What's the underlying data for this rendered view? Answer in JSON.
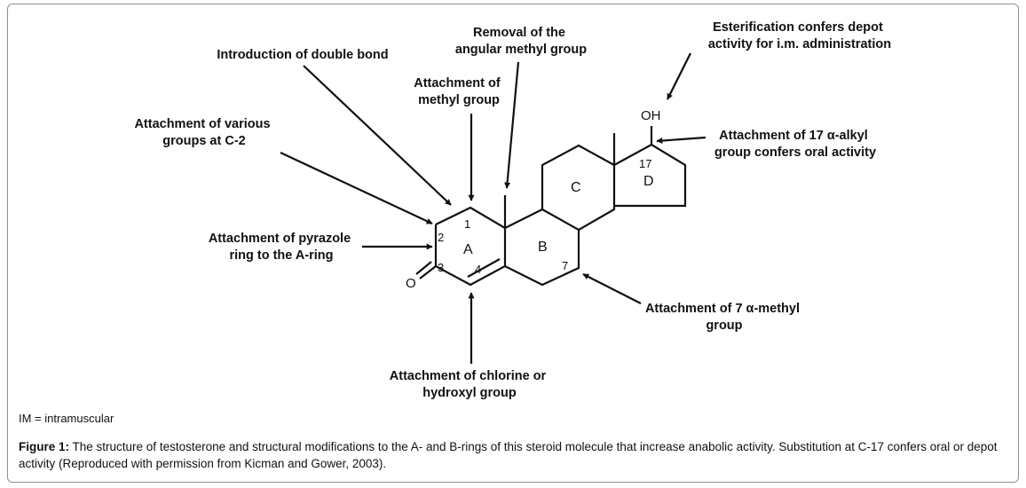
{
  "molecule": {
    "oxygen": "O",
    "hydroxyl": "OH",
    "rings": {
      "A": "A",
      "B": "B",
      "C": "C",
      "D": "D"
    },
    "positions": {
      "p1": "1",
      "p2": "2",
      "p3": "3",
      "p4": "4",
      "p7": "7",
      "p17": "17"
    }
  },
  "annotations": {
    "depot": [
      "Esterification confers depot",
      "activity for i.m. administration"
    ],
    "angular": [
      "Removal of the",
      "angular methyl group"
    ],
    "double_bond": [
      "Introduction of double bond"
    ],
    "methyl": [
      "Attachment of",
      "methyl group"
    ],
    "c2": [
      "Attachment of various",
      "groups at C-2"
    ],
    "alkyl17": [
      "Attachment of 17 α-alkyl",
      "group confers oral activity"
    ],
    "pyrazole": [
      "Attachment of pyrazole",
      "ring to the A-ring"
    ],
    "methyl7": [
      "Attachment of 7 α-methyl",
      "group"
    ],
    "chlorine": [
      "Attachment of chlorine or",
      "hydroxyl group"
    ]
  },
  "footnote": "IM = intramuscular",
  "caption": {
    "label": "Figure 1:",
    "text": " The structure of testosterone and structural modifications to the A- and B-rings of this steroid molecule that increase anabolic activity. Substitution at C-17 confers oral or depot activity (Reproduced with permission from Kicman and Gower, 2003)."
  }
}
